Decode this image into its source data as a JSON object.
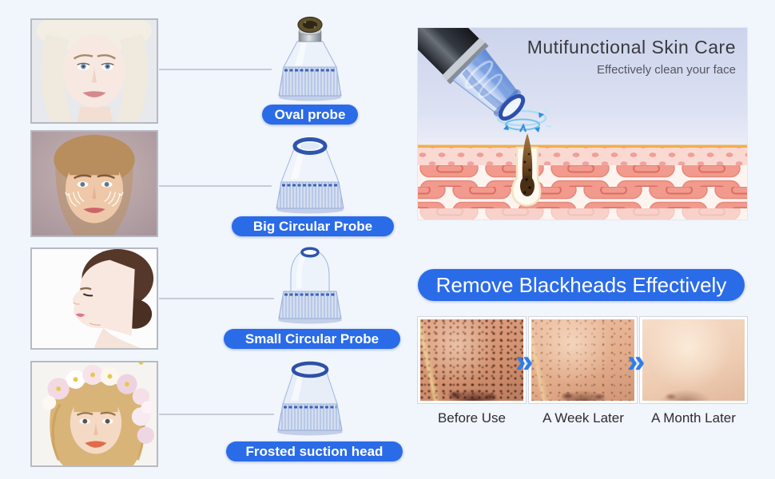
{
  "page": {
    "background_color": "#f1f5fc",
    "accent_blue": "#2a6be8",
    "connector_color": "#c7cbd3",
    "text_dark": "#3a3a3e"
  },
  "probes": [
    {
      "label": "Oval probe"
    },
    {
      "label": "Big Circular Probe"
    },
    {
      "label": "Small Circular Probe"
    },
    {
      "label": "Frosted suction head"
    }
  ],
  "skin_care_panel": {
    "title": "Mutifunctional Skin Care",
    "subtitle": "Effectively clean your face"
  },
  "results": {
    "banner": "Remove Blackheads Effectively",
    "arrow_glyph": "»",
    "stages": [
      {
        "caption": "Before Use"
      },
      {
        "caption": "A Week Later"
      },
      {
        "caption": "A Month Later"
      }
    ]
  }
}
